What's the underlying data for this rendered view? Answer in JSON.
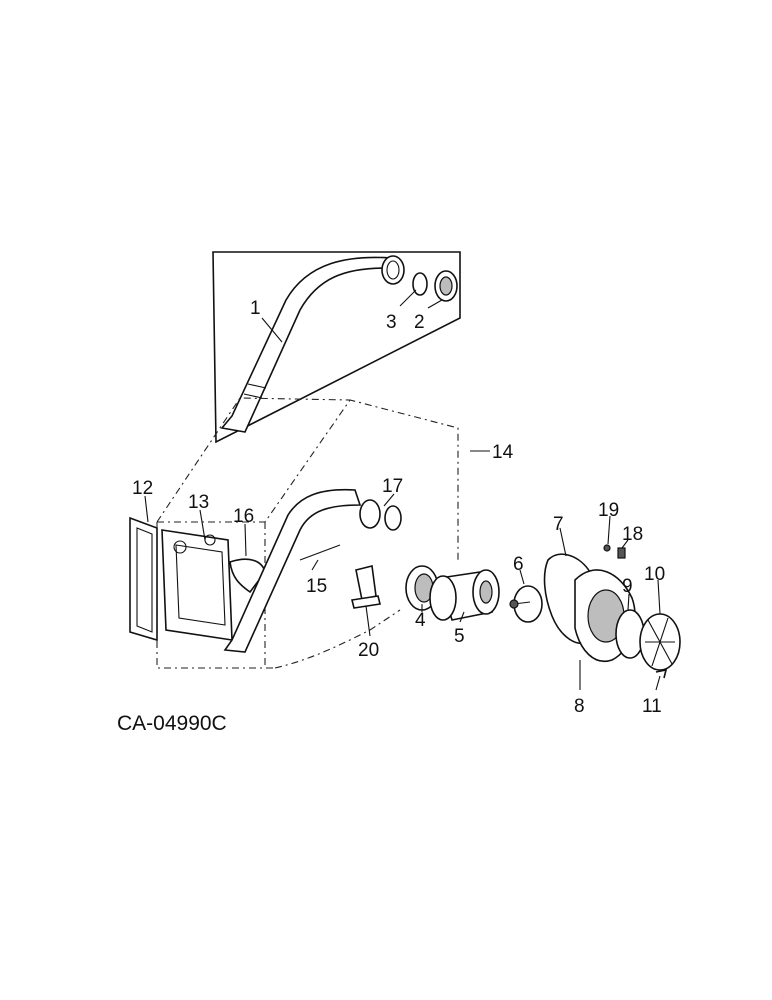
{
  "drawing_code": "CA-04990C",
  "callouts": {
    "c1": "1",
    "c2": "2",
    "c3": "3",
    "c4": "4",
    "c5": "5",
    "c6": "6",
    "c7": "7",
    "c8": "8",
    "c9": "9",
    "c10": "10",
    "c11": "11",
    "c12": "12",
    "c13": "13",
    "c14": "14",
    "c15": "15",
    "c16": "16",
    "c17": "17",
    "c18": "18",
    "c19": "19",
    "c20": "20"
  }
}
